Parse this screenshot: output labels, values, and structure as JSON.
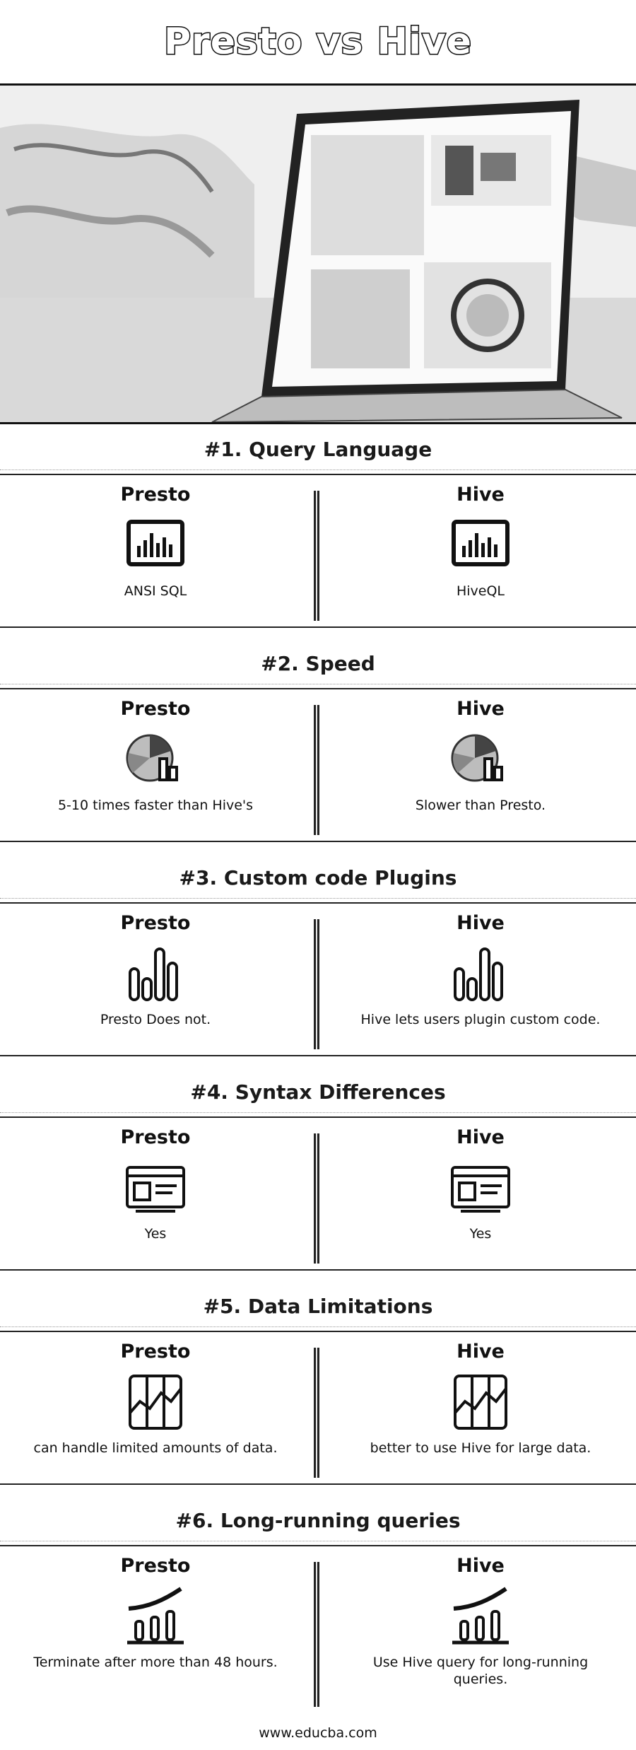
{
  "title": "Presto vs Hive",
  "footer": "www.educba.com",
  "sections": [
    {
      "heading": "#1. Query Language",
      "icon": "bar-chart-monitor-icon",
      "left": {
        "name": "Presto",
        "text": "ANSI SQL"
      },
      "right": {
        "name": "Hive",
        "text": "HiveQL"
      }
    },
    {
      "heading": "#2. Speed",
      "icon": "pie-chart-icon",
      "left": {
        "name": "Presto",
        "text": "5-10 times faster than Hive's"
      },
      "right": {
        "name": "Hive",
        "text": "Slower than Presto."
      }
    },
    {
      "heading": "#3. Custom code Plugins",
      "icon": "bar-graph-icon",
      "left": {
        "name": "Presto",
        "text": "Presto Does not."
      },
      "right": {
        "name": "Hive",
        "text": "Hive lets users plugin custom code."
      }
    },
    {
      "heading": "#4. Syntax Differences",
      "icon": "browser-window-icon",
      "left": {
        "name": "Presto",
        "text": "Yes"
      },
      "right": {
        "name": "Hive",
        "text": "Yes"
      }
    },
    {
      "heading": "#5. Data Limitations",
      "icon": "data-table-icon",
      "left": {
        "name": "Presto",
        "text": "can handle limited amounts of data."
      },
      "right": {
        "name": "Hive",
        "text": "better to use Hive for large data."
      }
    },
    {
      "heading": "#6. Long-running queries",
      "icon": "growth-chart-icon",
      "left": {
        "name": "Presto",
        "text": "Terminate after more than 48 hours."
      },
      "right": {
        "name": "Hive",
        "text": "Use Hive query for long-running queries."
      }
    }
  ]
}
